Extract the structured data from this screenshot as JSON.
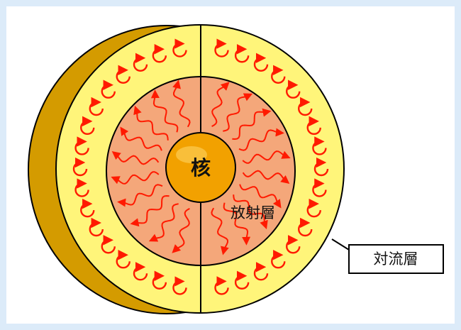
{
  "labels": {
    "core": "核",
    "radiative_zone": "放射層",
    "convective_zone": "対流層"
  },
  "colors": {
    "background_frame": "#dcebf9",
    "shell_side": "#d49b00",
    "convective_zone": "#fff57a",
    "radiative_zone": "#f4a77a",
    "core": "#f2a100",
    "arrows": "#ff1a00",
    "outline": "#000000"
  }
}
